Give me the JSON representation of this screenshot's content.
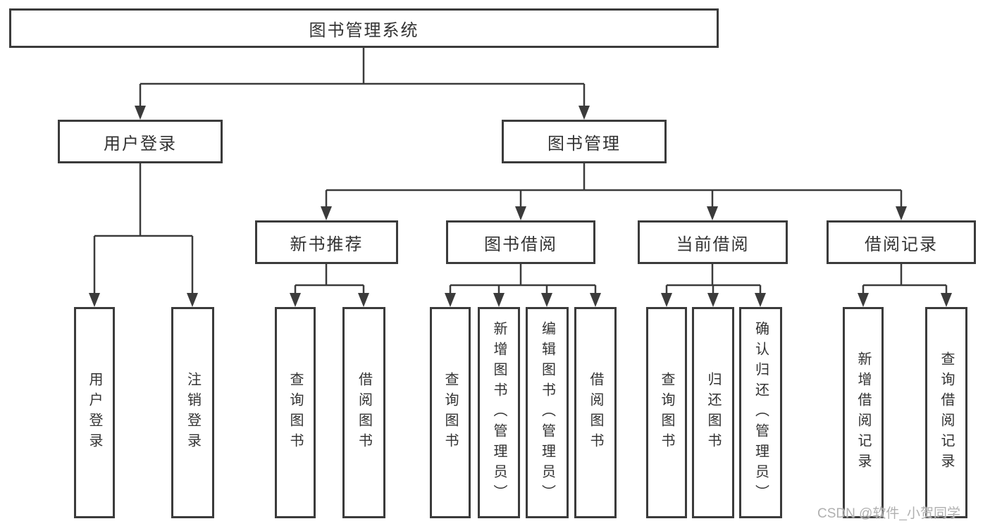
{
  "diagram": {
    "root": {
      "label": "图书管理系统"
    },
    "level2": [
      {
        "label": "用户登录"
      },
      {
        "label": "图书管理"
      }
    ],
    "level3": [
      {
        "label": "新书推荐"
      },
      {
        "label": "图书借阅"
      },
      {
        "label": "当前借阅"
      },
      {
        "label": "借阅记录"
      }
    ],
    "leaves": {
      "user_login": [
        {
          "label": "用户登录"
        },
        {
          "label": "注销登录"
        }
      ],
      "new_books": [
        {
          "label": "查询图书"
        },
        {
          "label": "借阅图书"
        }
      ],
      "book_borrow": [
        {
          "label": "查询图书"
        },
        {
          "label": "新增图书（管理员）"
        },
        {
          "label": "编辑图书（管理员）"
        },
        {
          "label": "借阅图书"
        }
      ],
      "current_borrow": [
        {
          "label": "查询图书"
        },
        {
          "label": "归还图书"
        },
        {
          "label": "确认归还（管理员）"
        }
      ],
      "borrow_records": [
        {
          "label": "新增借阅记录"
        },
        {
          "label": "查询借阅记录"
        }
      ]
    },
    "watermark": "CSDN @软件_小贺同学",
    "colors": {
      "line": "#3b3b3b",
      "text": "#333333",
      "watermark": "#b0b0b0",
      "background": "#ffffff"
    }
  }
}
